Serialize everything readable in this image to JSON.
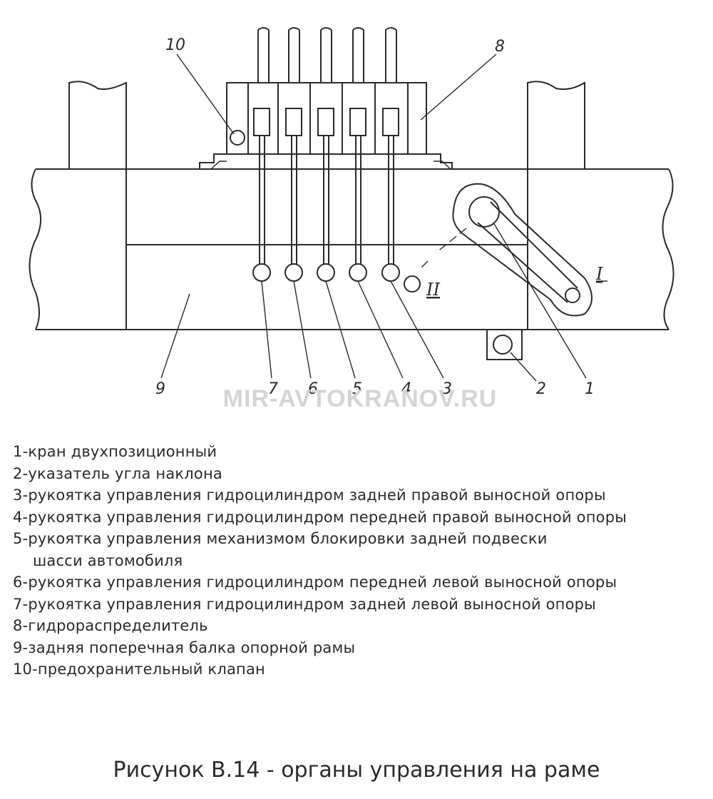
{
  "diagram": {
    "callouts": [
      "1",
      "2",
      "3",
      "4",
      "5",
      "6",
      "7",
      "8",
      "9",
      "10"
    ],
    "section_marks": [
      "I",
      "II"
    ]
  },
  "watermark": "MIR-AVTOKRANOV.RU",
  "legend": [
    "1-кран двухпозиционный",
    "2-указатель угла наклона",
    "3-рукоятка управления гидроцилиндром задней правой выносной опоры",
    "4-рукоятка управления гидроцилиндром передней правой выносной опоры",
    "5-рукоятка управления механизмом блокировки задней подвески",
    "шасси автомобиля",
    "6-рукоятка управления гидроцилиндром передней левой выносной опоры",
    "7-рукоятка управления гидроцилиндром задней левой выносной опоры",
    "8-гидрораспределитель",
    "9-задняя поперечная балка опорной рамы",
    "10-предохранительный клапан"
  ],
  "caption": "Рисунок В.14 - органы управления на раме"
}
